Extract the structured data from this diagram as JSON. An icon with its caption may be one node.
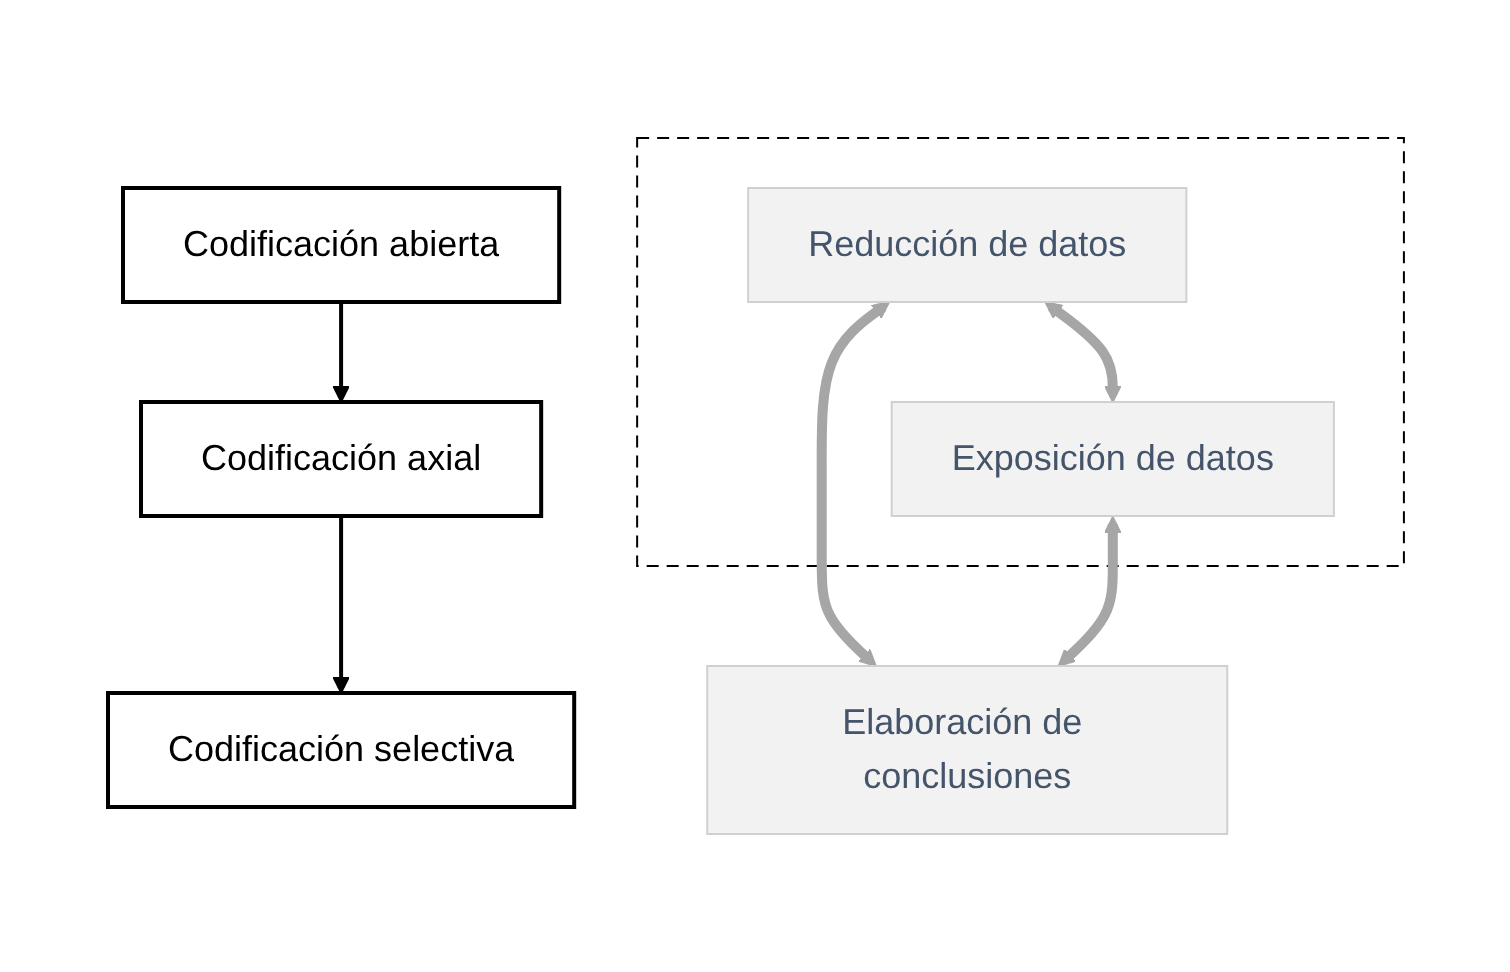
{
  "diagram": {
    "nodes": [
      {
        "text": [
          "Codificación abierta"
        ]
      },
      {
        "text": [
          "Codificación axial"
        ]
      },
      {
        "text": [
          "Codificación selectiva"
        ]
      },
      {
        "text": [],
        "shape": "ellipse"
      },
      {
        "text": [
          "Reducción de datos"
        ],
        "in": 3
      },
      {
        "text": [
          "Exposición de datos"
        ],
        "in": 3
      },
      {
        "text": [
          "Elaboración de conclusiones"
        ]
      }
    ],
    "edges": [
      {
        "from": 0,
        "to": 1,
        "arrow": "to",
        "color": "#000000"
      },
      {
        "from": 1,
        "to": 2,
        "arrow": "to",
        "color": "#000000"
      },
      {
        "from": 4,
        "to": 5,
        "arrow": "both"
      },
      {
        "from": 4,
        "to": 6,
        "arrow": "both"
      },
      {
        "from": 5,
        "to": 6,
        "arrow": "both"
      }
    ]
  }
}
